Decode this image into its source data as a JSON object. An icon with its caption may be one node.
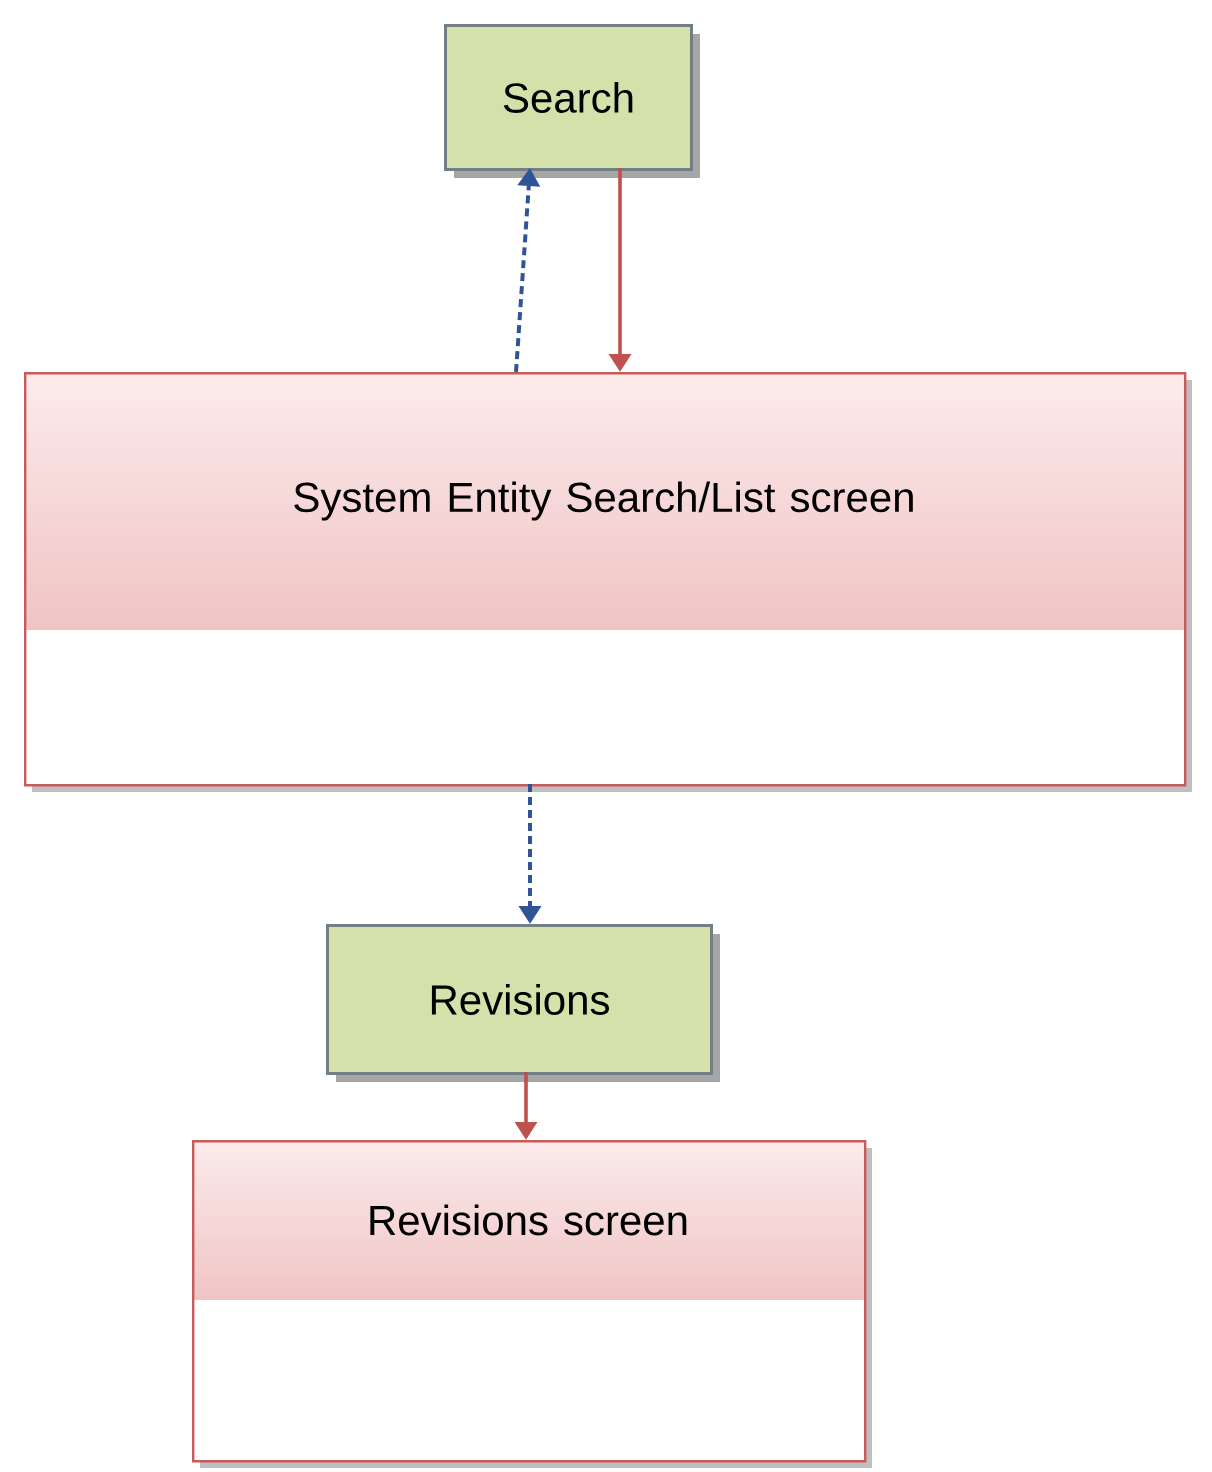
{
  "diagram": {
    "nodes": [
      {
        "text": [
          "Search"
        ]
      },
      {
        "text": [
          "System Entity Search/List screen"
        ]
      },
      {
        "text": [
          "Revisions"
        ]
      },
      {
        "text": [
          "Revisions screen"
        ]
      }
    ],
    "edges": [
      {
        "from": 1,
        "to": 0,
        "arrow": "to",
        "style": "dashed",
        "color": "#2f5597"
      },
      {
        "from": 0,
        "to": 1,
        "arrow": "to",
        "color": "#c0504d"
      },
      {
        "from": 1,
        "to": 2,
        "arrow": "to",
        "style": "dashed",
        "color": "#2f5597"
      },
      {
        "from": 2,
        "to": 3,
        "arrow": "to",
        "color": "#c0504d"
      }
    ]
  }
}
